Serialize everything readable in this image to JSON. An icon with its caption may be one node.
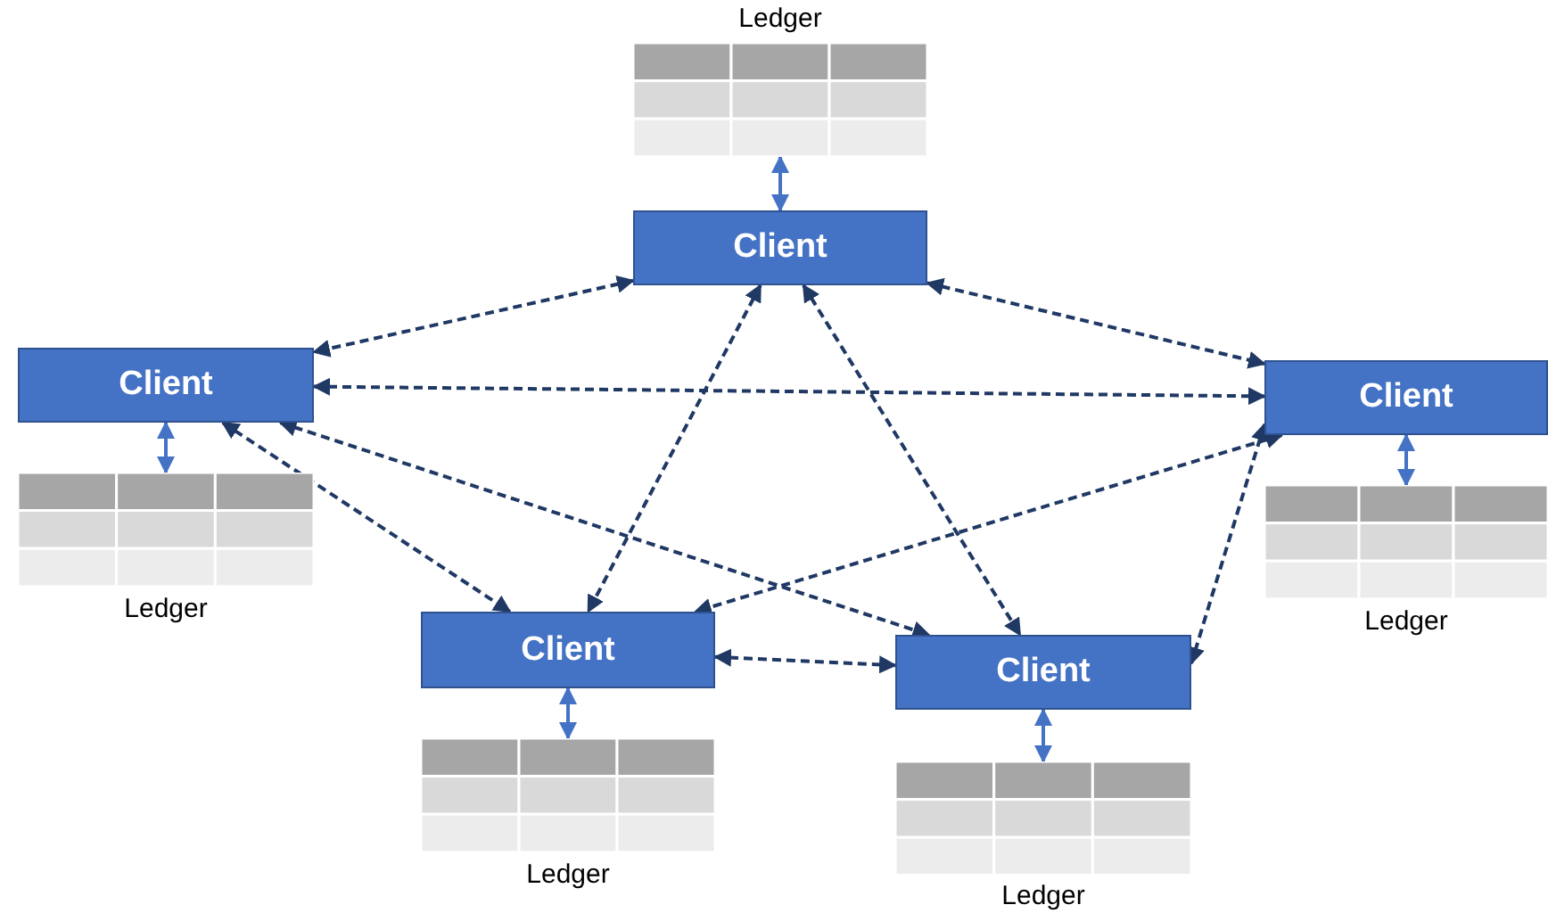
{
  "diagram": {
    "nodes": [
      {
        "text": [
          "Ledger"
        ]
      },
      {
        "text": [
          "Client"
        ]
      },
      {
        "text": [
          "Client"
        ]
      },
      {
        "text": [
          "Client"
        ]
      },
      {
        "text": [
          "Ledger"
        ]
      },
      {
        "text": [
          "Ledger"
        ]
      },
      {
        "text": [
          "Client"
        ]
      },
      {
        "text": [
          "Client"
        ]
      },
      {
        "text": [
          "Ledger"
        ]
      },
      {
        "text": [
          "Ledger"
        ]
      }
    ],
    "edges": [
      {
        "from": 0,
        "to": 1,
        "arrow": "both",
        "color": "#4472c4"
      },
      {
        "from": 1,
        "to": 2,
        "arrow": "both",
        "style": "dashed"
      },
      {
        "from": 1,
        "to": 3,
        "arrow": "both",
        "style": "dashed"
      },
      {
        "from": 1,
        "to": 6,
        "arrow": "both",
        "style": "dashed"
      },
      {
        "from": 1,
        "to": 7,
        "arrow": "both",
        "style": "dashed"
      },
      {
        "from": 2,
        "to": 3,
        "arrow": "both",
        "style": "dashed"
      },
      {
        "from": 2,
        "to": 6,
        "arrow": "both",
        "style": "dashed"
      },
      {
        "from": 2,
        "to": 7,
        "arrow": "both",
        "style": "dashed"
      },
      {
        "from": 3,
        "to": 6,
        "arrow": "both",
        "style": "dashed"
      },
      {
        "from": 3,
        "to": 7,
        "arrow": "both",
        "style": "dashed"
      },
      {
        "from": 6,
        "to": 7,
        "arrow": "both",
        "style": "dashed"
      },
      {
        "from": 2,
        "to": 4,
        "arrow": "both",
        "color": "#4472c4"
      },
      {
        "from": 3,
        "to": 5,
        "arrow": "both",
        "color": "#4472c4"
      },
      {
        "from": 6,
        "to": 8,
        "arrow": "both",
        "color": "#4472c4"
      },
      {
        "from": 7,
        "to": 9,
        "arrow": "both",
        "color": "#4472c4"
      }
    ]
  }
}
